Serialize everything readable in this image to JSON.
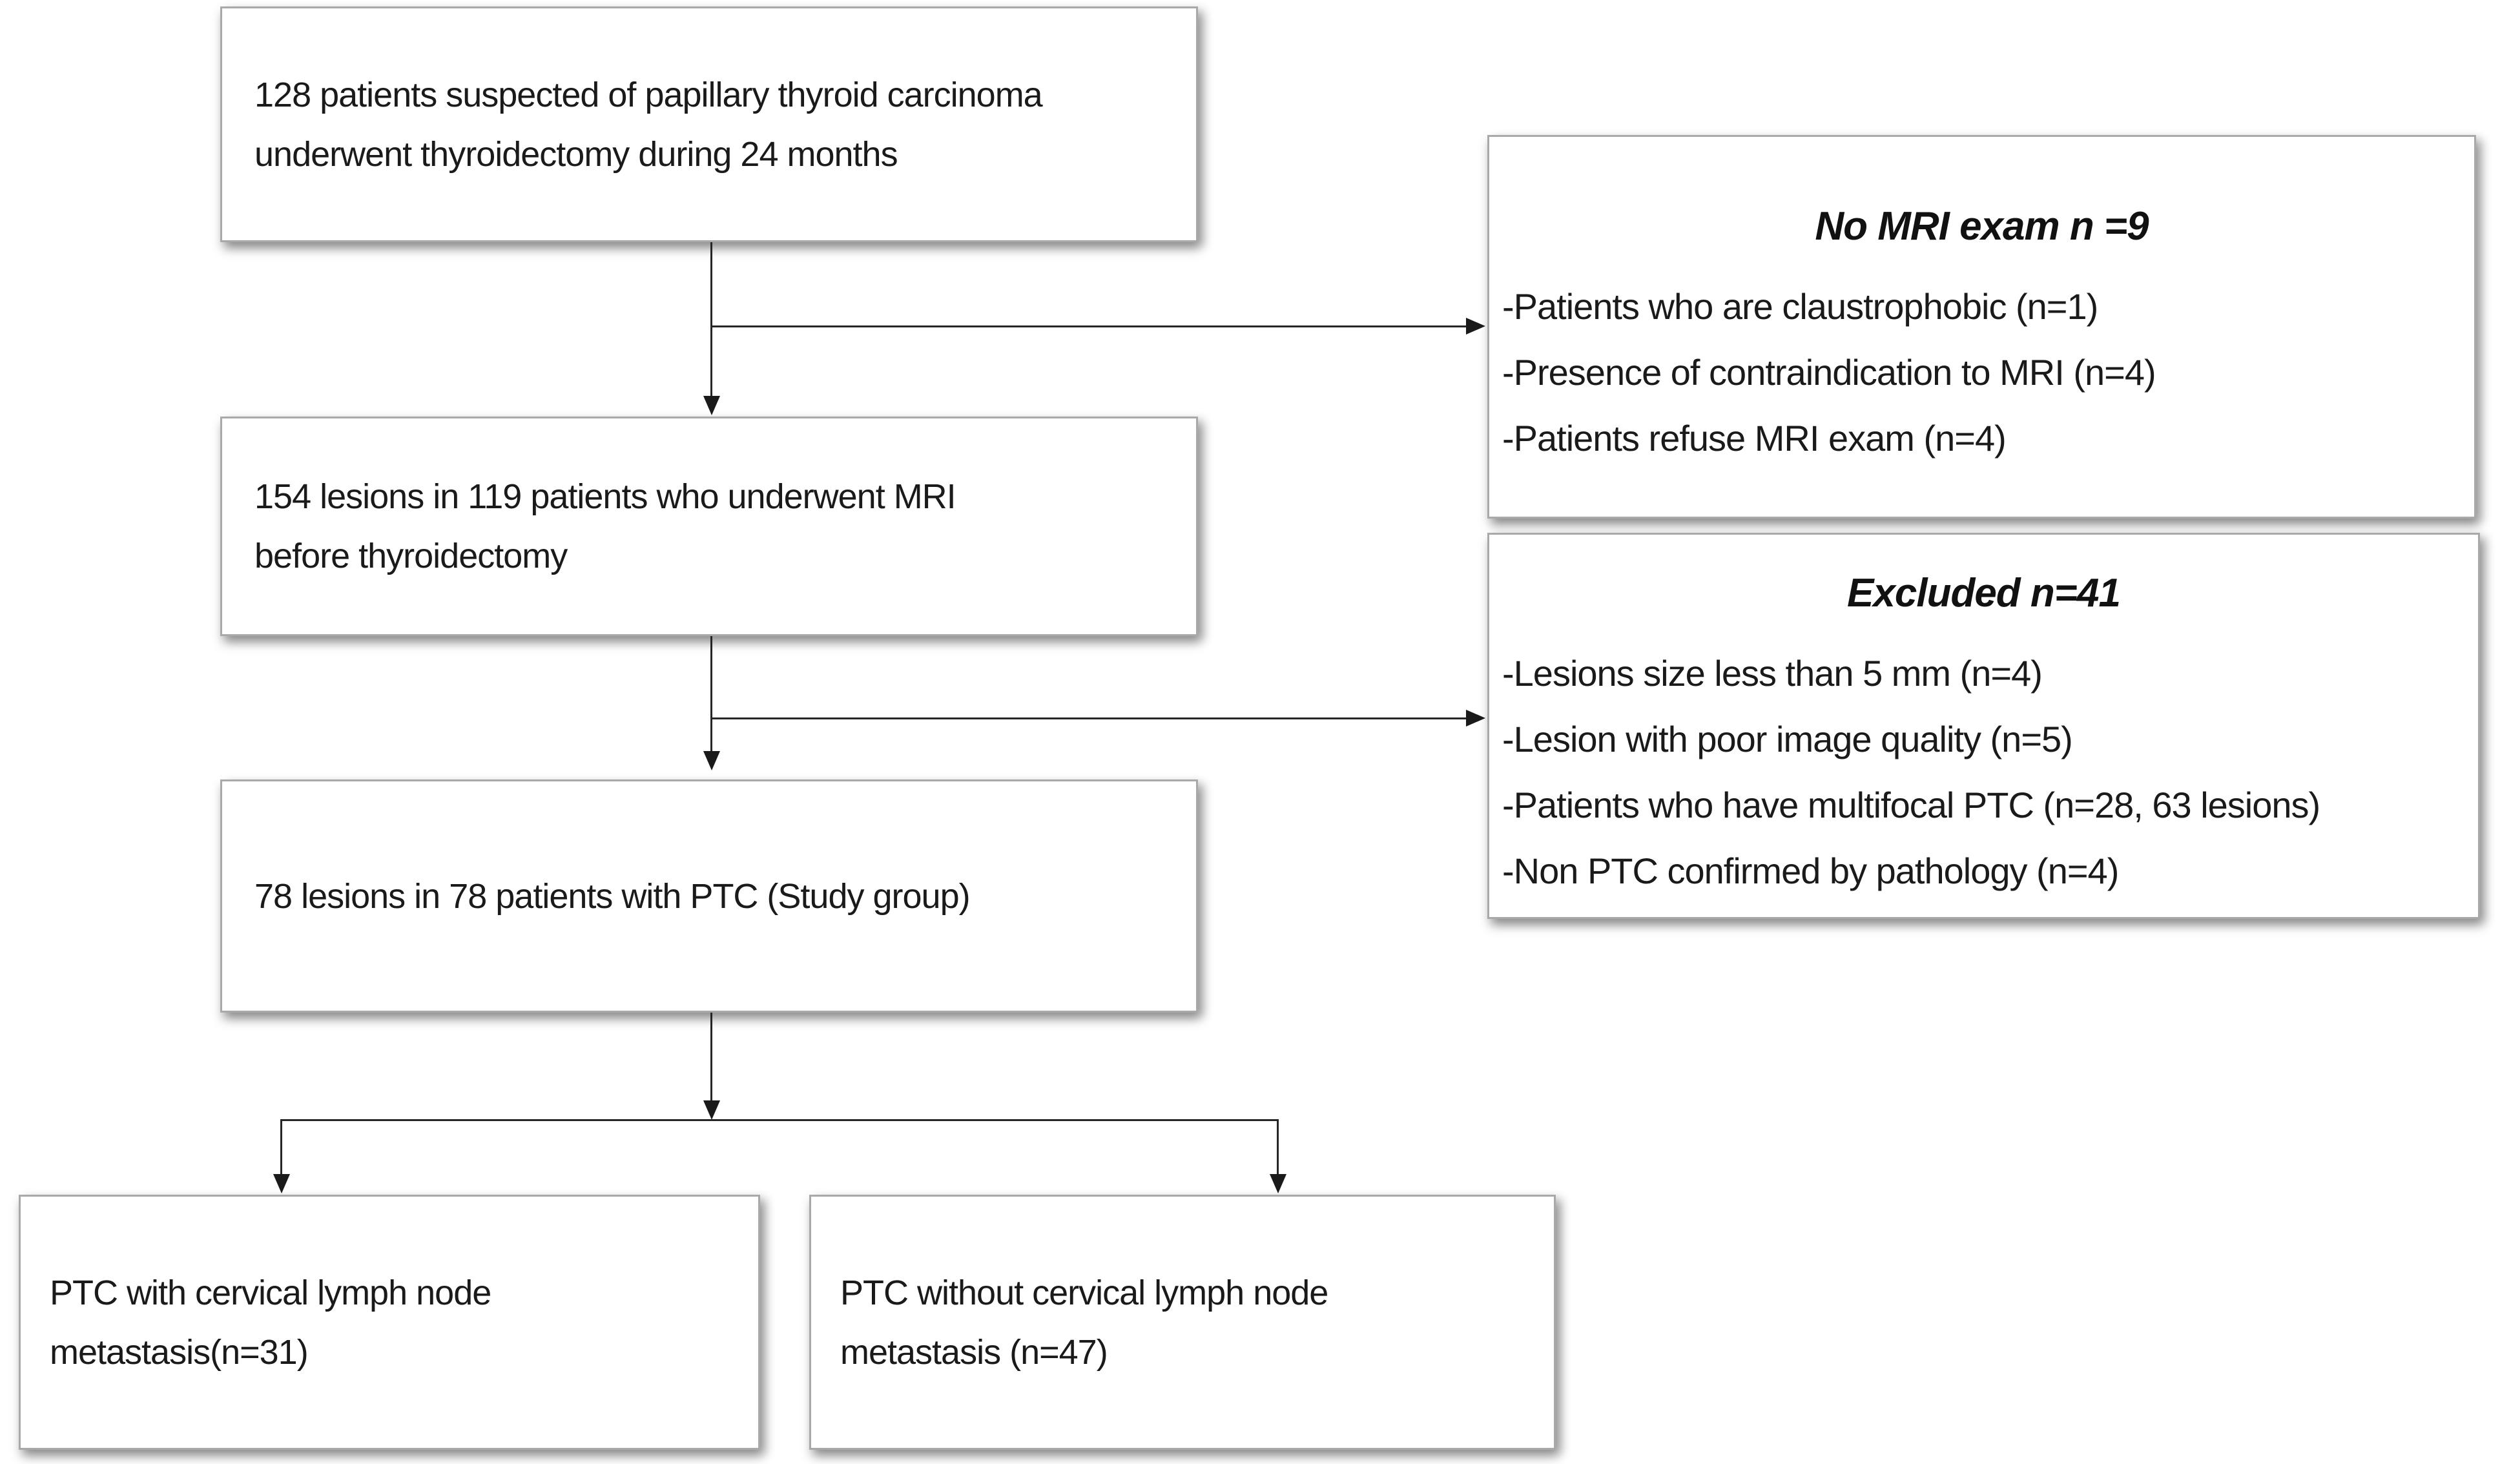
{
  "flowchart": {
    "boxes": {
      "initial_cohort": {
        "text": "128 patients suspected of papillary thyroid carcinoma\nunderwent thyroidectomy during 24 months"
      },
      "no_mri": {
        "title": "No MRI exam n =9",
        "items": [
          "-Patients who are claustrophobic (n=1)",
          "-Presence of contraindication to MRI (n=4)",
          "-Patients refuse MRI exam (n=4)"
        ]
      },
      "mri_group": {
        "text": "154 lesions in 119 patients who underwent MRI\nbefore thyroidectomy"
      },
      "excluded": {
        "title": "Excluded n=41",
        "items": [
          "-Lesions size less than 5 mm (n=4)",
          "-Lesion with poor image quality (n=5)",
          "-Patients who have multifocal PTC (n=28, 63 lesions)",
          "-Non PTC confirmed by pathology (n=4)"
        ]
      },
      "study_group": {
        "text": "78 lesions in 78 patients with PTC (Study group)"
      },
      "with_metastasis": {
        "text": "PTC with cervical lymph node\nmetastasis(n=31)"
      },
      "without_metastasis": {
        "text": "PTC without cervical lymph node\nmetastasis (n=47)"
      }
    },
    "colors": {
      "line": "#262626",
      "arrow": "#1a1a1a",
      "box_border": "#a9a9a9",
      "box_background": "#ffffff",
      "text": "#1a1a1a"
    }
  }
}
